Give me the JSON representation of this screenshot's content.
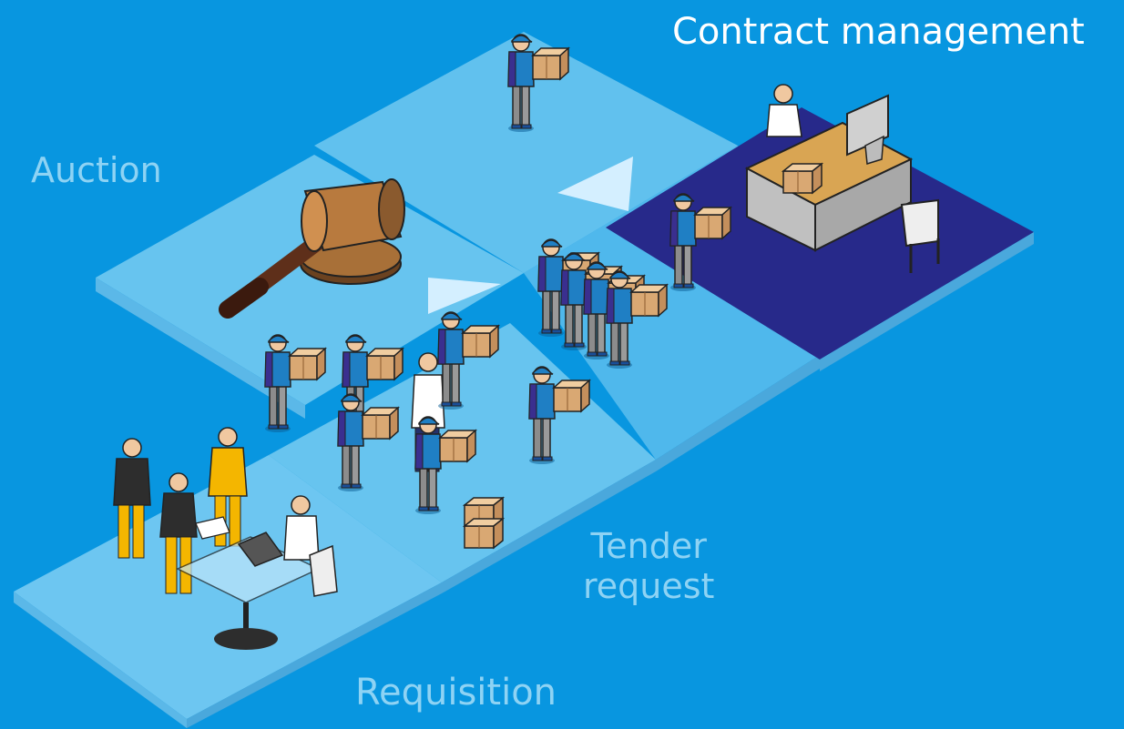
{
  "labels": {
    "contract_management": "Contract management",
    "auction": "Auction",
    "tender_line1": "Tender",
    "tender_line2": "request",
    "requisition": "Requisition"
  },
  "colors": {
    "background": "#0896e0",
    "platform_glass": "#7fcff3",
    "platform_dark": "#27298a",
    "label_light": "#8ed3f4",
    "worker_uniform": "#1f7fc4",
    "box": "#d9a873",
    "gavel": "#8a5a2e",
    "safety_yellow": "#f4b600"
  },
  "icons": [
    "gavel-icon",
    "box-icon",
    "desk-icon",
    "monitor-icon",
    "chair-icon",
    "laptop-icon",
    "arrow-icon"
  ]
}
